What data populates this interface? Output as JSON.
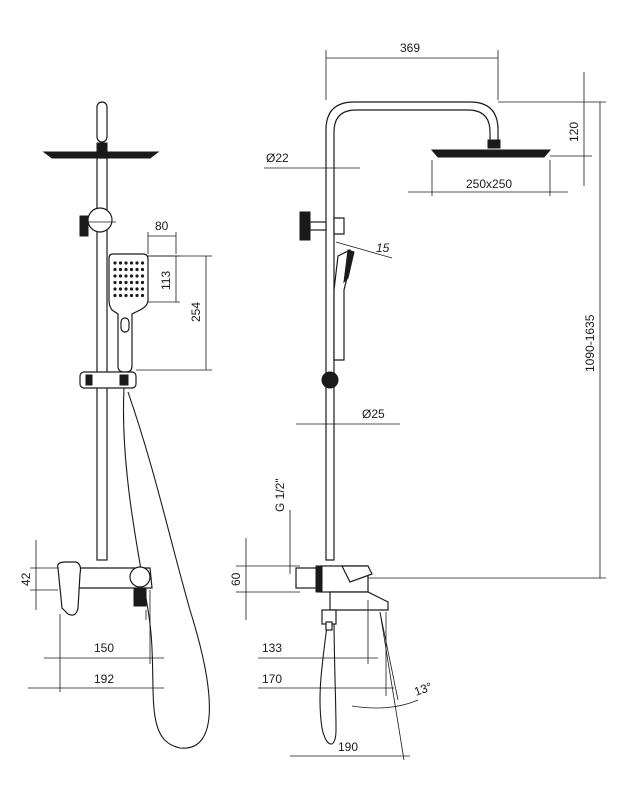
{
  "dimensions": {
    "front_handshower_width": "80",
    "front_handshower_face": "113",
    "front_handshower_total": "254",
    "front_mixer_height": "42",
    "front_width_150": "150",
    "front_width_192": "192",
    "side_arm_reach": "369",
    "side_head_drop": "120",
    "side_pipe_diameter": "Ø22",
    "side_head_size": "250x250",
    "side_handshower_angle": "15",
    "side_bar_diameter": "Ø25",
    "side_height_range": "1090-1635",
    "side_thread": "G 1/2\"",
    "side_mixer_height": "60",
    "side_depth_133": "133",
    "side_depth_170": "170",
    "side_spout_angle": "13°",
    "side_spout_reach": "190"
  },
  "colors": {
    "line": "#1a1a1a",
    "background": "#ffffff"
  }
}
